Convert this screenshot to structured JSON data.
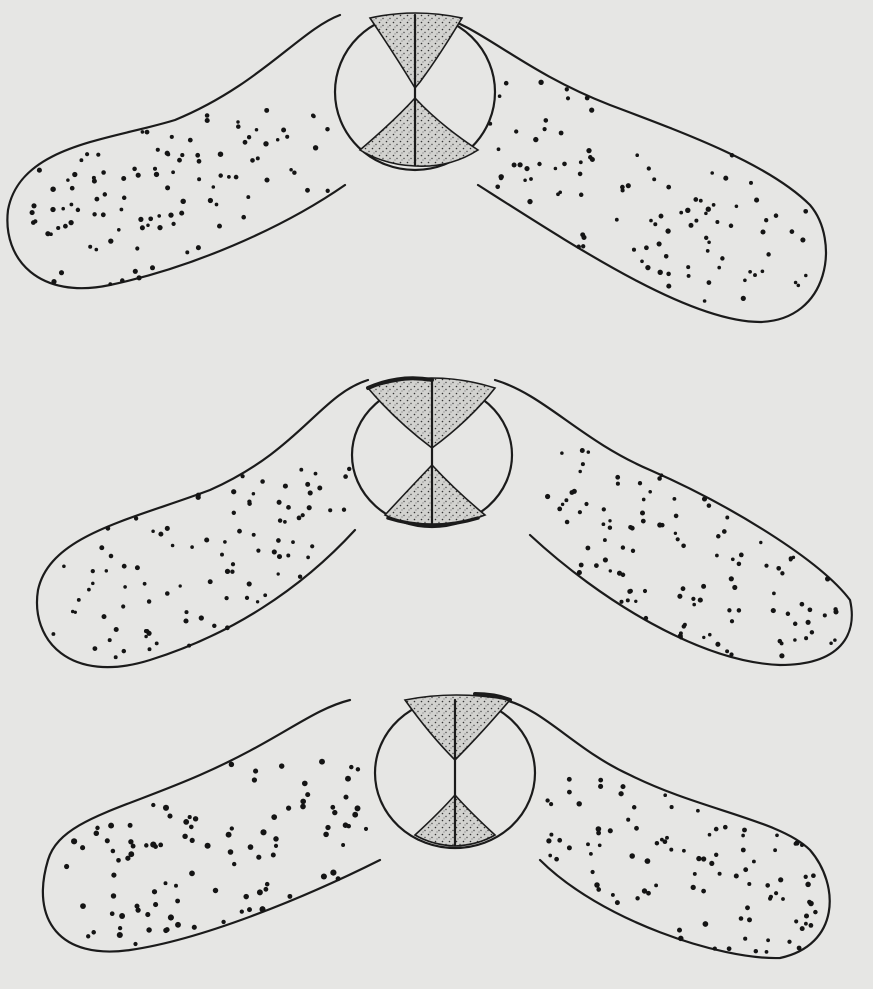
{
  "figure": {
    "kind": "botanical line drawing",
    "subject_count": 3,
    "colors": {
      "background": "#e6e6e4",
      "ink": "#1b1b1b"
    },
    "specimens": [
      {
        "index": 1,
        "wing_dots": "fine",
        "thickened_rim": false
      },
      {
        "index": 2,
        "wing_dots": "fine",
        "thickened_rim": true
      },
      {
        "index": 3,
        "wing_dots": "coarse",
        "thickened_rim": true
      }
    ]
  }
}
